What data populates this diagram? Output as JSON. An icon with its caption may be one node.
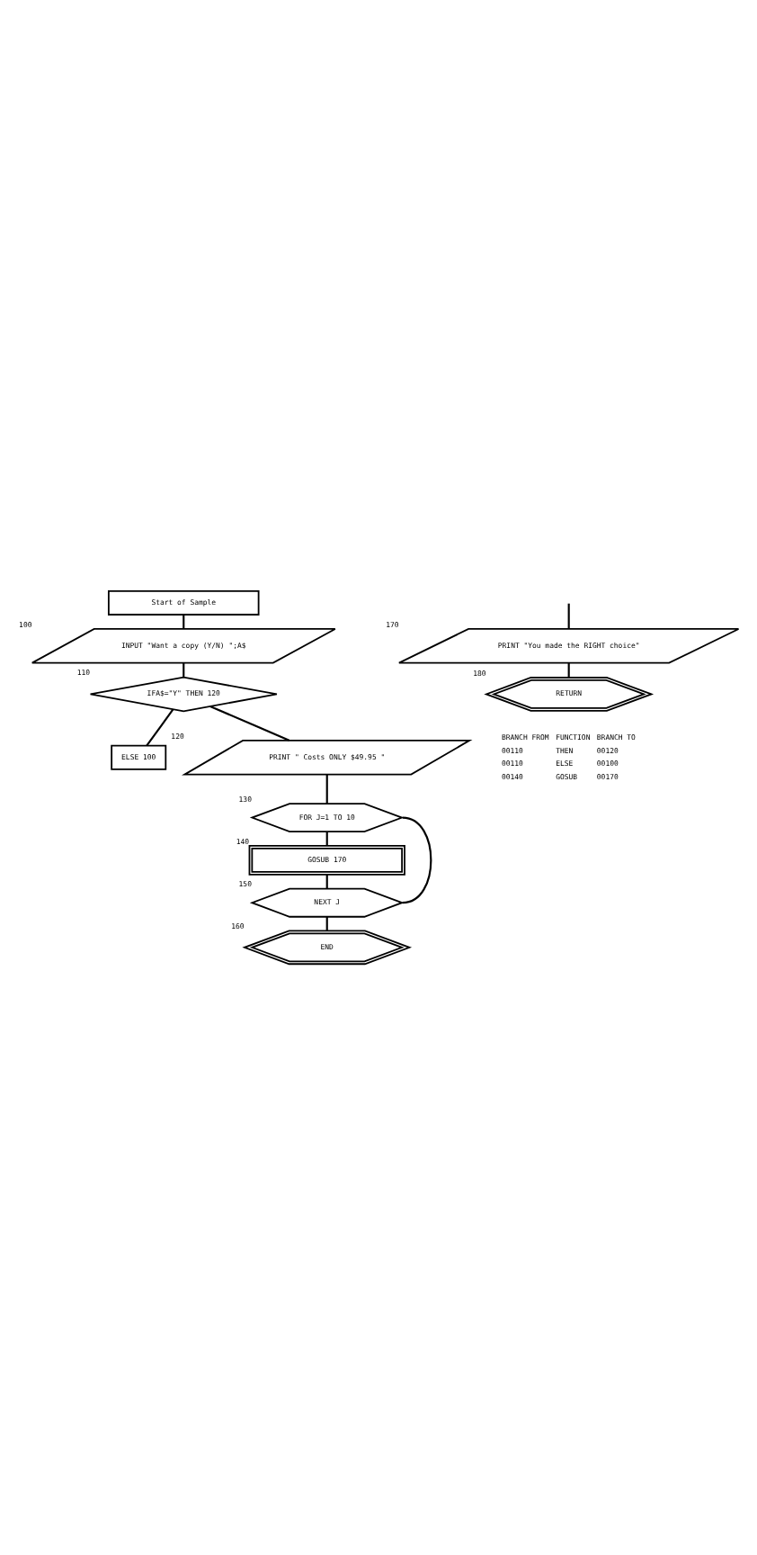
{
  "diagram": {
    "nodes": [
      {
        "text": [
          "Start of Sample"
        ]
      },
      {
        "text": [
          "INPUT \"Want a copy (Y/N) \";A$"
        ],
        "beside": [
          "100"
        ]
      },
      {
        "text": [
          "IFA$=\"Y\" THEN 120"
        ],
        "beside": [
          "110"
        ]
      },
      {
        "text": [
          "ELSE 100"
        ]
      },
      {
        "text": [
          "PRINT \" Costs ONLY $49.95 \""
        ],
        "beside": [
          "120"
        ]
      },
      {
        "text": [
          "FOR J=1 TO 10"
        ],
        "beside": [
          "130"
        ]
      },
      {
        "text": [
          "GOSUB 170"
        ],
        "beside": [
          "140"
        ]
      },
      {
        "text": [
          "NEXT J"
        ],
        "beside": [
          "150"
        ]
      },
      {
        "text": [
          "END"
        ],
        "beside": [
          "160"
        ]
      },
      {
        "text": [
          "PRINT \"You made the RIGHT choice\""
        ],
        "beside": [
          "170"
        ]
      },
      {
        "text": [
          "RETURN"
        ],
        "beside": [
          "180"
        ]
      }
    ],
    "edges": [
      {
        "from": 0,
        "to": 1,
        "arrow": "none"
      },
      {
        "from": 1,
        "to": 2,
        "arrow": "none"
      },
      {
        "from": 2,
        "to": 3,
        "arrow": "none"
      },
      {
        "from": 2,
        "to": 4,
        "arrow": "none"
      },
      {
        "from": 4,
        "to": 5,
        "arrow": "none"
      },
      {
        "from": 5,
        "to": 6,
        "arrow": "none"
      },
      {
        "from": 6,
        "to": 7,
        "arrow": "none"
      },
      {
        "from": 7,
        "to": 5,
        "arrow": "none"
      },
      {
        "from": 7,
        "to": 8,
        "arrow": "none"
      },
      {
        "from": null,
        "to": 9,
        "arrow": "none"
      },
      {
        "from": 9,
        "to": 10,
        "arrow": "none"
      }
    ],
    "labels": [
      "BRANCH FROM",
      "FUNCTION",
      "BRANCH TO",
      "00110",
      "THEN",
      "00120",
      "00110",
      "ELSE",
      "00100",
      "00140",
      "GOSUB",
      "00170"
    ]
  }
}
